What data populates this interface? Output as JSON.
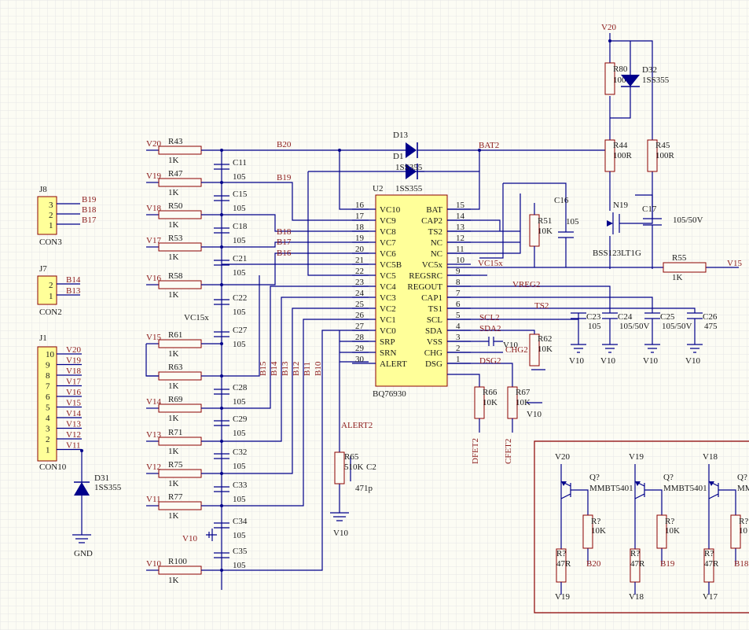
{
  "colors": {
    "wire": "#00008b",
    "part_body": "#ffff99",
    "net_label": "#8b1a1a",
    "part_text": "#1a1a1a",
    "grid": "#e6e6e6",
    "diode": "#00008b"
  },
  "ic": {
    "name": "U2",
    "part": "BQ76930",
    "left_pins": [
      {
        "num": "16",
        "name": "VC10"
      },
      {
        "num": "17",
        "name": "VC9"
      },
      {
        "num": "18",
        "name": "VC8"
      },
      {
        "num": "19",
        "name": "VC7"
      },
      {
        "num": "20",
        "name": "VC6"
      },
      {
        "num": "21",
        "name": "VC5B"
      },
      {
        "num": "22",
        "name": "VC5"
      },
      {
        "num": "23",
        "name": "VC4"
      },
      {
        "num": "24",
        "name": "VC3"
      },
      {
        "num": "25",
        "name": "VC2"
      },
      {
        "num": "26",
        "name": "VC1"
      },
      {
        "num": "27",
        "name": "VC0"
      },
      {
        "num": "28",
        "name": "SRP"
      },
      {
        "num": "29",
        "name": "SRN"
      },
      {
        "num": "30",
        "name": "ALERT"
      }
    ],
    "right_pins": [
      {
        "num": "15",
        "name": "BAT"
      },
      {
        "num": "14",
        "name": "CAP2"
      },
      {
        "num": "13",
        "name": "TS2"
      },
      {
        "num": "12",
        "name": "NC"
      },
      {
        "num": "11",
        "name": "NC"
      },
      {
        "num": "10",
        "name": "VC5x"
      },
      {
        "num": "9",
        "name": "REGSRC"
      },
      {
        "num": "8",
        "name": "REGOUT"
      },
      {
        "num": "7",
        "name": "CAP1"
      },
      {
        "num": "6",
        "name": "TS1"
      },
      {
        "num": "5",
        "name": "SCL"
      },
      {
        "num": "4",
        "name": "SDA"
      },
      {
        "num": "3",
        "name": "VSS"
      },
      {
        "num": "2",
        "name": "CHG"
      },
      {
        "num": "1",
        "name": "DSG"
      }
    ]
  },
  "inputs": [
    {
      "net": "V20",
      "res": "R43",
      "val": "1K"
    },
    {
      "net": "V19",
      "res": "R47",
      "val": "1K"
    },
    {
      "net": "V18",
      "res": "R50",
      "val": "1K"
    },
    {
      "net": "V17",
      "res": "R53",
      "val": "1K"
    },
    {
      "net": "V16",
      "res": "R58",
      "val": "1K"
    },
    {
      "net": "V15",
      "res": "R61",
      "val": "1K"
    },
    {
      "net": "",
      "res": "R63",
      "val": "1K"
    },
    {
      "net": "V14",
      "res": "R69",
      "val": "1K"
    },
    {
      "net": "V13",
      "res": "R71",
      "val": "1K"
    },
    {
      "net": "V12",
      "res": "R75",
      "val": "1K"
    },
    {
      "net": "V11",
      "res": "R77",
      "val": "1K"
    },
    {
      "net": "V10",
      "res": "R100",
      "val": "1K"
    }
  ],
  "caps": [
    {
      "ref": "C11",
      "val": "105"
    },
    {
      "ref": "C15",
      "val": "105"
    },
    {
      "ref": "C18",
      "val": "105"
    },
    {
      "ref": "C21",
      "val": "105"
    },
    {
      "ref": "C22",
      "val": "105"
    },
    {
      "ref": "C27",
      "val": "105"
    },
    {
      "ref": "C28",
      "val": "105"
    },
    {
      "ref": "C29",
      "val": "105"
    },
    {
      "ref": "C32",
      "val": "105"
    },
    {
      "ref": "C33",
      "val": "105"
    },
    {
      "ref": "C34",
      "val": "105"
    },
    {
      "ref": "C35",
      "val": "105"
    }
  ],
  "b_nets": [
    "B20",
    "B19",
    "B18",
    "B17",
    "B16",
    "B15",
    "B14",
    "B13",
    "B12",
    "B10",
    "B11"
  ],
  "connectors": {
    "j8": {
      "ref": "J8",
      "name": "CON3",
      "pins": [
        "3",
        "2",
        "1"
      ],
      "nets": [
        "B19",
        "B18",
        "B17"
      ]
    },
    "j7": {
      "ref": "J7",
      "name": "CON2",
      "pins": [
        "2",
        "1"
      ],
      "nets": [
        "B14",
        "B13"
      ]
    },
    "j1": {
      "ref": "J1",
      "name": "CON10",
      "pins": [
        "10",
        "9",
        "8",
        "7",
        "6",
        "5",
        "4",
        "3",
        "2",
        "1"
      ],
      "nets": [
        "V20",
        "V19",
        "V18",
        "V17",
        "V16",
        "V15",
        "V14",
        "V13",
        "V12",
        "V11"
      ]
    }
  },
  "d31": {
    "ref": "D31",
    "part": "1SS355",
    "gnd": "GND"
  },
  "diodes_top": {
    "d13": "D13",
    "d1": "D1",
    "d1_part": "1SS355",
    "d13_part": "1SS355",
    "bat2": "BAT2",
    "b20": "B20",
    "b19": "B19",
    "b18": "B18",
    "b17": "B17",
    "b16": "B16"
  },
  "top_right": {
    "v20": "V20",
    "r80": "R80",
    "r80_val": "100",
    "d32": "D32",
    "d32_part": "1SS355",
    "r44": "R44",
    "r44_val": "100R",
    "r45": "R45",
    "r45_val": "100R",
    "n19": "N19",
    "n19_part": "BSS123LT1G",
    "c17": "C17",
    "c17_val": "105/50V",
    "c16": "C16",
    "c16_val": "105",
    "r51": "R51",
    "r51_val": "10K",
    "vc15x": "VC15x",
    "r55": "R55",
    "r55_val": "1K",
    "v15": "V15"
  },
  "mid_right": {
    "vreg2": "VREG2",
    "ts2": "TS2",
    "scl2": "SCL2",
    "sda2": "SDA2",
    "v10": "V10",
    "chg2": "CHG2",
    "dsg2": "DSG2",
    "r62": "R62",
    "r62_val": "10K",
    "c23": "C23",
    "c23_val": "105",
    "c24": "C24",
    "c24_val": "105/50V",
    "c25": "C25",
    "c25_val": "105/50V",
    "c26": "C26",
    "c26_val": "475",
    "r66": "R66",
    "r66_val": "10K",
    "r67": "R67",
    "r67_val": "10K",
    "dfet2": "DFET2",
    "cfet2": "CFET2"
  },
  "alert": {
    "net": "ALERT2",
    "r65": "R65",
    "r65_val": "510K",
    "c2": "C2",
    "c2_val": "471p",
    "v10": "V10",
    "vc15x": "VC15x"
  },
  "balance": {
    "q_ref": "Q?",
    "q_part": "MMBT5401",
    "r_ref": "R?",
    "cells": [
      {
        "top": "V20",
        "bot": "V19",
        "b": "B20",
        "r_top": "10K",
        "r_bot": "47R"
      },
      {
        "top": "V19",
        "bot": "V18",
        "b": "B19",
        "r_top": "10K",
        "r_bot": "47R"
      },
      {
        "top": "V18",
        "bot": "V17",
        "b": "B18",
        "r_top": "10",
        "r_bot": "47R"
      }
    ]
  }
}
